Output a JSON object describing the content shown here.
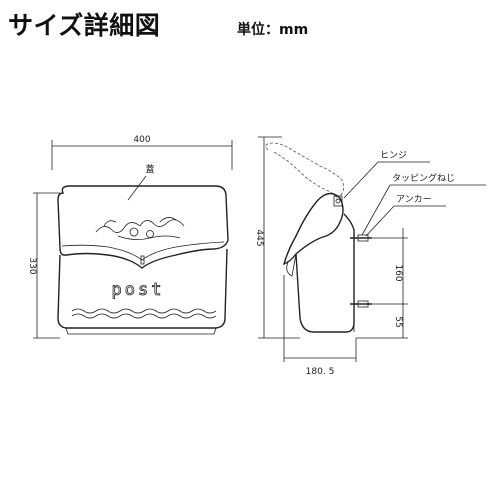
{
  "header": {
    "title": "サイズ詳細図",
    "unit": "単位：mm"
  },
  "front_view": {
    "width_label": "400",
    "height_label": "330",
    "lid_label": "蓋",
    "post_text": "post"
  },
  "side_view": {
    "height_label": "445",
    "depth_label": "180. 5",
    "spacing_label": "160",
    "bottom_label": "55",
    "callouts": [
      "ヒンジ",
      "タッピングねじ",
      "アンカー"
    ]
  },
  "colors": {
    "line": "#222222",
    "background": "#ffffff"
  }
}
